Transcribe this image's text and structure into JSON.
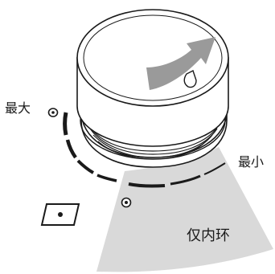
{
  "labels": {
    "max": "最大",
    "min": "最小",
    "inner_ring_only": "仅内环"
  },
  "colors": {
    "outline": "#1a1a1a",
    "zone_fill": "#d9d9d9",
    "arrow_fill": "#9a9a9a",
    "background": "#ffffff"
  },
  "icons": [
    "dial-knob",
    "rotate-arrow-icon",
    "target-marker-icon",
    "burner-symbol-icon"
  ]
}
